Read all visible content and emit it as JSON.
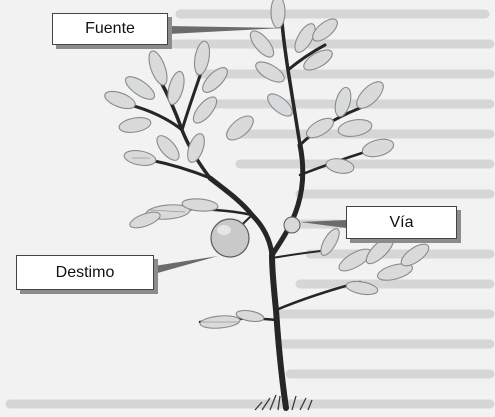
{
  "diagram": {
    "labels": {
      "source": "Fuente",
      "path": "Vía",
      "destination": "Destimo"
    }
  },
  "colors": {
    "background": "#f2f2f2",
    "leaf_fill": "#d9dadb",
    "branch": "#262626",
    "fruit": "#c9c9c9"
  }
}
